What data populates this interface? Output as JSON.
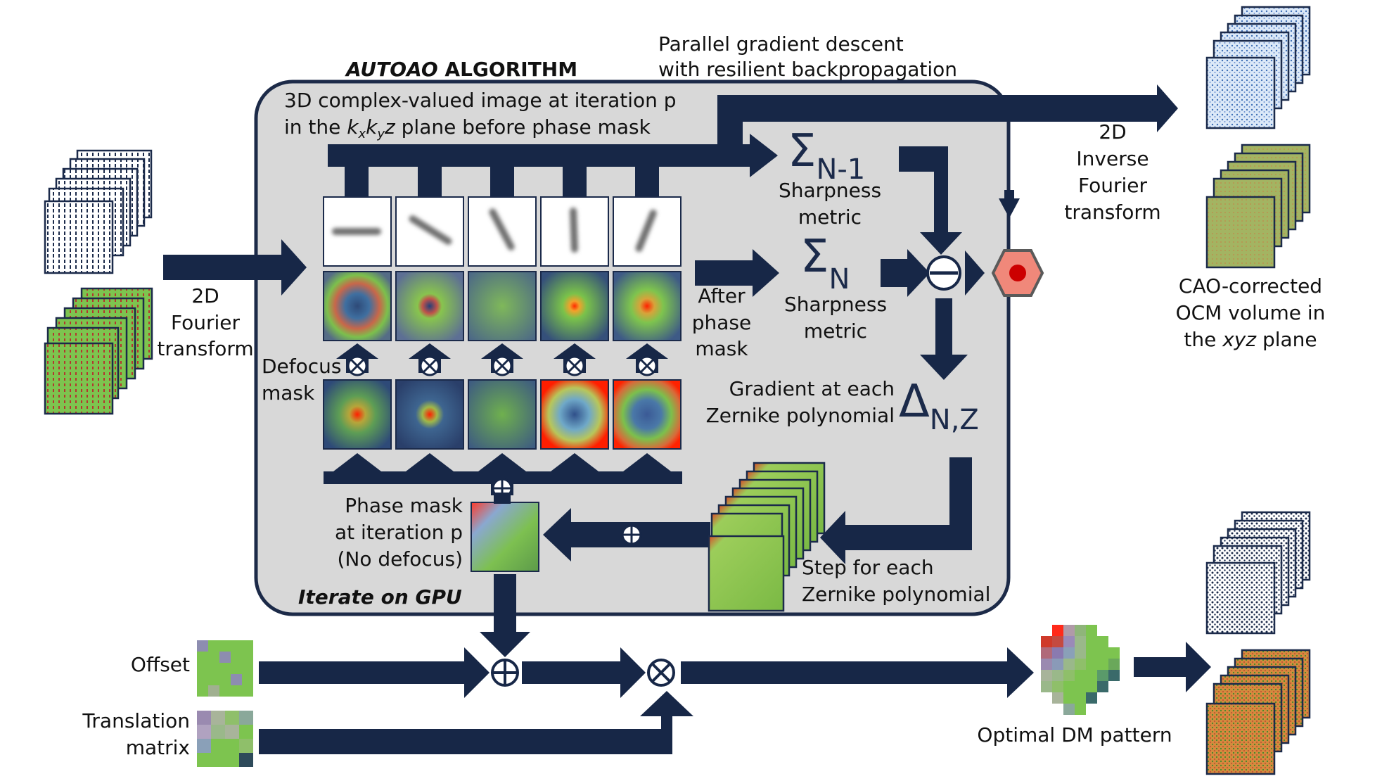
{
  "title_italic": "AUTOAO",
  "title_rest": " ALGORITHM",
  "pgd_line1": "Parallel gradient descent",
  "pgd_line2": "with resilient backpropagation",
  "complex_line1": "3D complex-valued image at iteration p",
  "complex_line2_pre": "in the ",
  "complex_line2_k": "k",
  "complex_line2_x": "x",
  "complex_line2_y": "y",
  "complex_line2_z": "z",
  "complex_line2_post": " plane before phase mask",
  "fourier_2d": [
    "2D",
    "Fourier",
    "transform"
  ],
  "inverse_fourier": [
    "2D",
    "Inverse",
    "Fourier",
    "transform"
  ],
  "cao_corrected": [
    "CAO-corrected",
    "OCM volume in"
  ],
  "cao_line3_pre": "the ",
  "cao_line3_italic": "xyz",
  "cao_line3_post": " plane",
  "sigma_n1": {
    "symbol": "Σ",
    "sub": "N-1",
    "label": [
      "Sharpness",
      "metric"
    ]
  },
  "sigma_n": {
    "symbol": "Σ",
    "sub": "N",
    "label": [
      "Sharpness",
      "metric"
    ]
  },
  "after_phase_mask": [
    "After",
    "phase",
    "mask"
  ],
  "defocus_mask": [
    "Defocus",
    "mask"
  ],
  "gradient_label": [
    "Gradient at each",
    "Zernike polynomial"
  ],
  "delta": {
    "symbol": "Δ",
    "sub": "N,Z"
  },
  "phase_mask_label": [
    "Phase mask",
    "at iteration p",
    "(No defocus)"
  ],
  "step_label": [
    "Step for each",
    "Zernike polynomial"
  ],
  "iterate_gpu": "Iterate on GPU",
  "offset": "Offset",
  "translation_matrix": [
    "Translation",
    "matrix"
  ],
  "optimal_dm": "Optimal DM pattern",
  "colors": {
    "arrow": "#172747",
    "panel": "#d8d8d8",
    "panel_border": "#1c2a48",
    "stop_fill": "#f0887a",
    "stop_dot": "#cc0000",
    "green": "#7dc44f",
    "blue_stack": "#cfe0f5",
    "olive": "#9aae5c",
    "orange": "#cf7f3a"
  }
}
